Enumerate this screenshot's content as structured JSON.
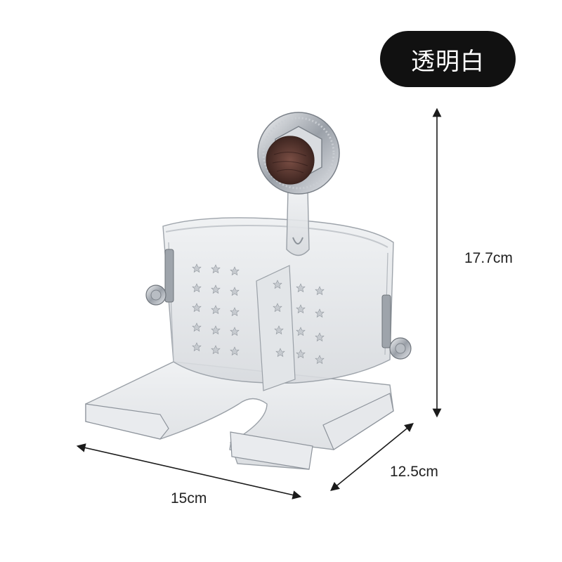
{
  "badge": {
    "label": "透明白"
  },
  "dimensions": {
    "height": "17.7cm",
    "depth": "12.5cm",
    "width": "15cm"
  },
  "colors": {
    "badge_bg": "#111111",
    "arrow": "#1a1a1a",
    "plastic": "#dfe2e6",
    "knob_wood": "#5a3a32"
  },
  "product": {
    "icon": "clear-suction-cup-holder"
  }
}
